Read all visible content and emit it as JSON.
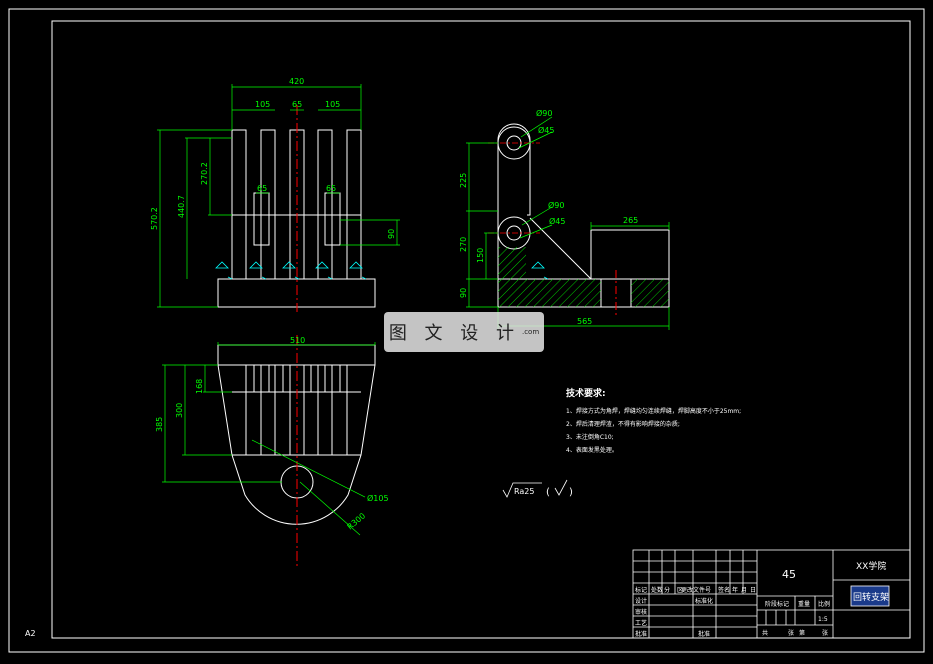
{
  "sheet": {
    "size_label": "A2"
  },
  "front_view": {
    "dim_top": "420",
    "dim_105_a": "105",
    "dim_65_a": "65",
    "dim_105_b": "105",
    "dim_270": "270.2",
    "dim_440": "440.7",
    "dim_570": "570.2",
    "dim_65_b": "65",
    "dim_65_c": "65",
    "dim_90": "90"
  },
  "side_view": {
    "dia_90_a": "Ø90",
    "dia_45_a": "Ø45",
    "dia_90_b": "Ø90",
    "dia_45_b": "Ø45",
    "dim_225": "225",
    "dim_270": "270",
    "dim_150": "150",
    "dim_90": "90",
    "dim_265": "265",
    "dim_565": "565"
  },
  "top_view": {
    "dim_510": "510",
    "dim_168": "168",
    "dim_300": "300",
    "dim_385": "385",
    "dia_105": "Ø105",
    "dim_r": "R300"
  },
  "tech": {
    "title": "技术要求:",
    "items": [
      "1、焊接方式为角焊，焊缝均匀连续焊缝，焊脚高度不小于25mm;",
      "2、焊后清理焊渣，不得有影响焊接的杂质;",
      "3、未注倒角C10;",
      "4、表面发黑处理。"
    ],
    "roughness": "Ra25",
    "roughness_paren_left": "(",
    "roughness_paren_right": ")"
  },
  "title_block": {
    "material": "45",
    "school": "XX学院",
    "drawing_name": "回转支架",
    "row_hdr": [
      "标记",
      "处数",
      "分",
      "区",
      "更改文件号",
      "签名",
      "年",
      "月",
      "日"
    ],
    "design": "设计",
    "standard": "标准化",
    "stage_mark": "阶段标记",
    "weight": "重量",
    "scale_label": "比例",
    "check": "审核",
    "craft": "工艺",
    "approve": "批准",
    "scale": "1:5",
    "sheets": "共",
    "sheet_of": "张",
    "sheet_no": "第",
    "sheet_end": "张"
  },
  "watermark": {
    "text": "图 文 设 计",
    "sub": ".com"
  },
  "colors": {
    "bg": "#000000",
    "line": "#ffffff",
    "dim": "#00ff00",
    "center": "#ff0000",
    "text_white": "#ffffff"
  }
}
